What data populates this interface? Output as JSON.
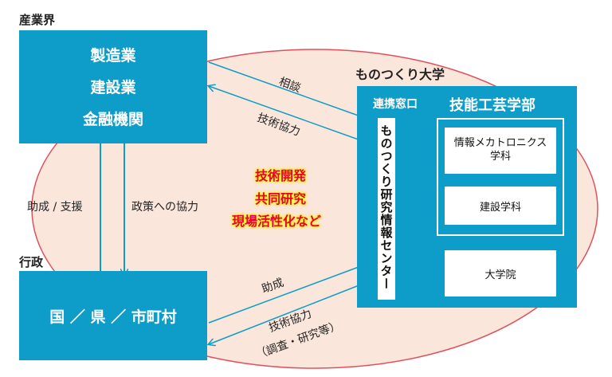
{
  "industry": {
    "section_label": "産業界",
    "items": [
      "製造業",
      "建設業",
      "金融機関"
    ]
  },
  "government": {
    "section_label": "行政",
    "text": "国 ／ 県 ／ 市町村"
  },
  "university": {
    "title": "ものつくり大学",
    "contact_window": "連携窓口",
    "center": "ものつくり研究情報センター",
    "faculty": "技能工芸学部",
    "departments": [
      "情報メカトロニクス\n学科",
      "建設学科"
    ],
    "graduate_school": "大学院"
  },
  "flows": {
    "consultation": "相談",
    "tech_coop_industry": "技術協力",
    "subsidy_support": "助成 / 支援",
    "policy_coop": "政策への協力",
    "subsidy": "助成",
    "tech_coop_gov": "技術協力",
    "tech_coop_gov_detail": "（調査・研究等）"
  },
  "activities": [
    "技術開発",
    "共同研究",
    "現場活性化など"
  ],
  "colors": {
    "box": "#0e9dc9",
    "ellipse": "#fbe6dc",
    "ellipse_border": "#e0505a",
    "highlight_text": "#e6003a"
  }
}
